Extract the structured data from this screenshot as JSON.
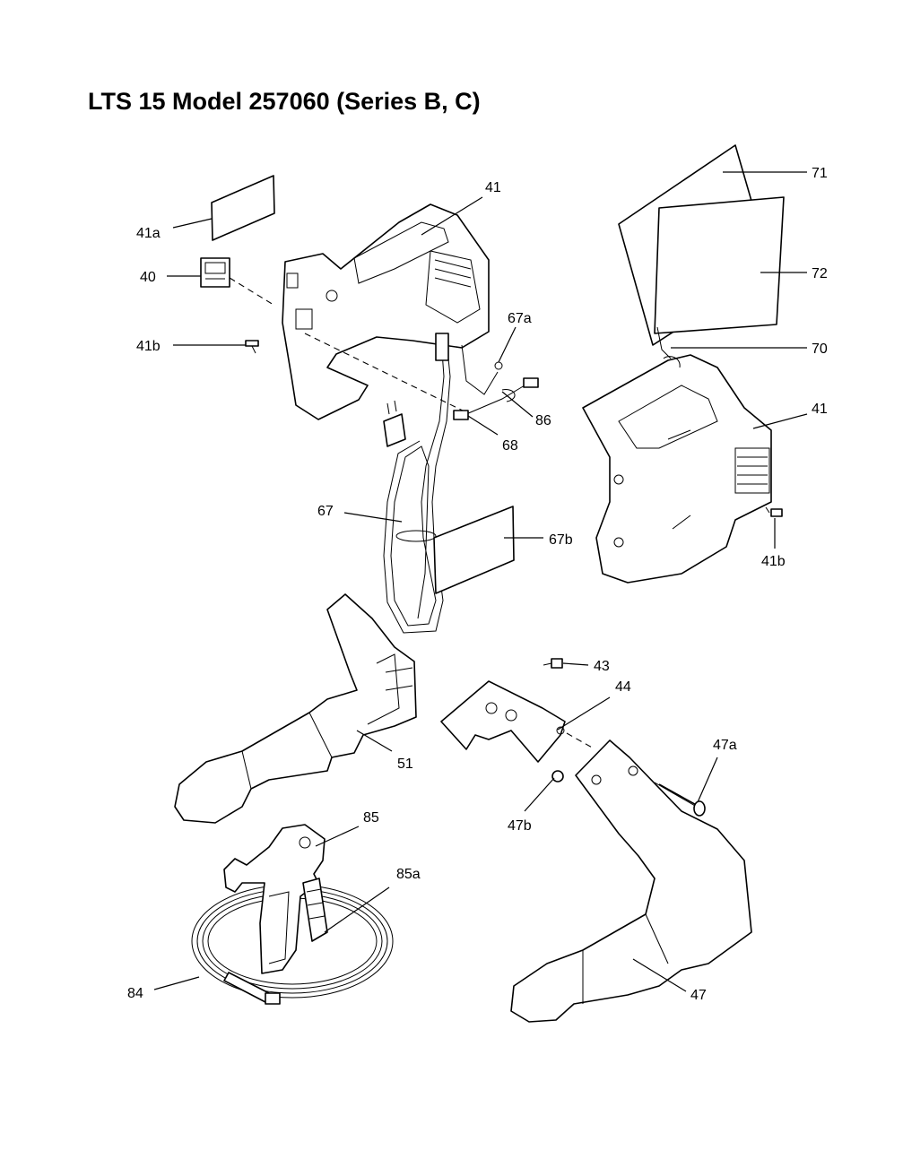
{
  "page": {
    "title": "LTS 15 Model 257060 (Series B, C)"
  },
  "callouts": {
    "c41top": "41",
    "c41a": "41a",
    "c40": "40",
    "c41b_left": "41b",
    "c67a": "67a",
    "c86": "86",
    "c68": "68",
    "c67": "67",
    "c67b": "67b",
    "c71": "71",
    "c72": "72",
    "c70": "70",
    "c41right": "41",
    "c41b_right": "41b",
    "c43": "43",
    "c44": "44",
    "c51": "51",
    "c47a": "47a",
    "c47b": "47b",
    "c85": "85",
    "c85a": "85a",
    "c84": "84",
    "c47": "47"
  }
}
